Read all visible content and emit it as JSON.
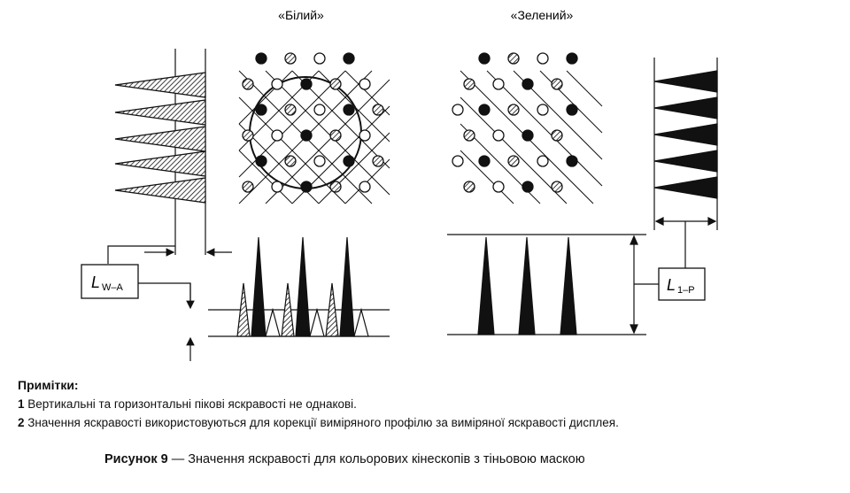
{
  "figure": {
    "label_white": "«Білий»",
    "label_green": "«Зелений»",
    "box_left": {
      "main": "L",
      "sub": "W–A"
    },
    "box_right": {
      "main": "L",
      "sub": "1–P"
    }
  },
  "notes": {
    "title": "Примітки:",
    "items": [
      {
        "num": "1",
        "text": "Вертикальні та горизонтальні пікові яскравості не однакові."
      },
      {
        "num": "2",
        "text": "Значення яскравості використовуються для корекції виміряного профілю за виміряної яскравості дисплея."
      }
    ]
  },
  "caption": {
    "label": "Рисунок 9",
    "separator": " — ",
    "text": "Значення яскравості для кольорових кінескопів з тіньовою маскою"
  }
}
